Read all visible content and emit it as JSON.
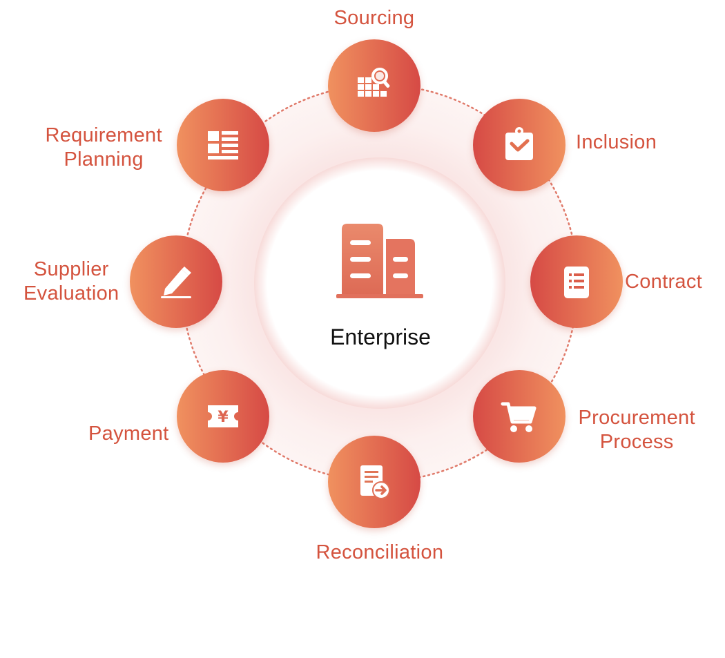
{
  "diagram": {
    "center": {
      "label": "Enterprise",
      "icon": "office-building-icon"
    },
    "nodes": [
      {
        "id": "sourcing",
        "lines": [
          "Sourcing"
        ],
        "icon": "grid-search-icon"
      },
      {
        "id": "inclusion",
        "lines": [
          "Inclusion"
        ],
        "icon": "clipboard-check-icon"
      },
      {
        "id": "contract",
        "lines": [
          "Contract"
        ],
        "icon": "document-list-icon"
      },
      {
        "id": "procurement-process",
        "lines": [
          "Procurement",
          "Process"
        ],
        "icon": "shopping-cart-icon"
      },
      {
        "id": "reconciliation",
        "lines": [
          "Reconciliation"
        ],
        "icon": "document-transfer-icon"
      },
      {
        "id": "payment",
        "lines": [
          "Payment"
        ],
        "icon": "yuan-ticket-icon"
      },
      {
        "id": "supplier-evaluation",
        "lines": [
          "Supplier",
          "Evaluation"
        ],
        "icon": "pen-edit-icon"
      },
      {
        "id": "requirement-planning",
        "lines": [
          "Requirement",
          "Planning"
        ],
        "icon": "list-layout-icon"
      }
    ]
  },
  "colors": {
    "accent": "#d4533e",
    "node_gradient_light": "#f0915f",
    "node_gradient_dark": "#d64a45",
    "ring_fill": "#fbecec",
    "ring_dots": "#e07a6a",
    "center_text": "#111111"
  }
}
